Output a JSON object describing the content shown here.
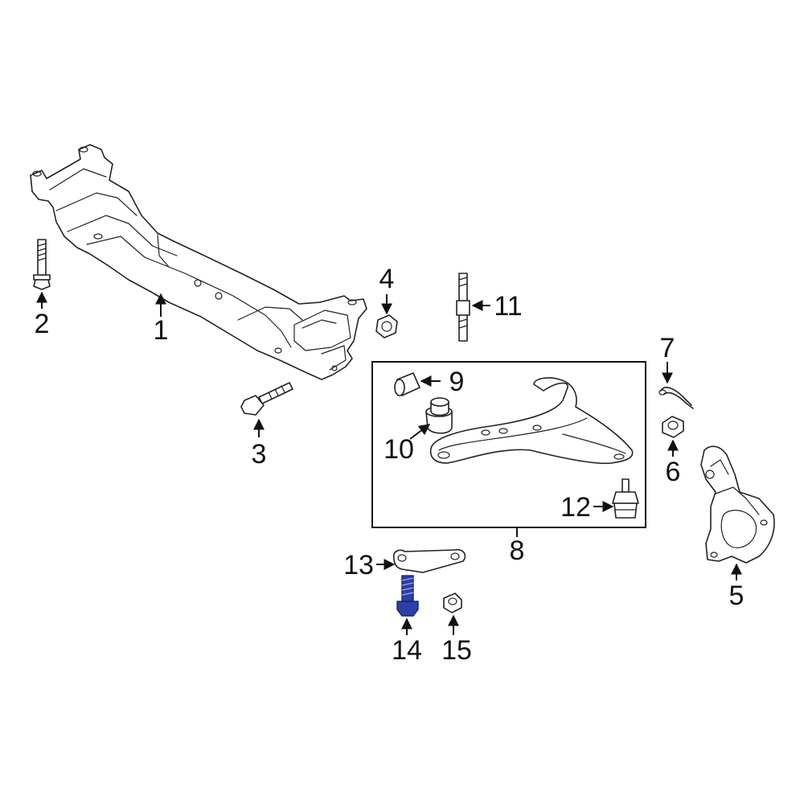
{
  "diagram": {
    "highlight_color": "#2b3fa8",
    "highlighted_part": "14",
    "callouts": [
      {
        "id": "c1",
        "label": "1"
      },
      {
        "id": "c2",
        "label": "2"
      },
      {
        "id": "c3",
        "label": "3"
      },
      {
        "id": "c4",
        "label": "4"
      },
      {
        "id": "c5",
        "label": "5"
      },
      {
        "id": "c6",
        "label": "6"
      },
      {
        "id": "c7",
        "label": "7"
      },
      {
        "id": "c8",
        "label": "8"
      },
      {
        "id": "c9",
        "label": "9"
      },
      {
        "id": "c10",
        "label": "10"
      },
      {
        "id": "c11",
        "label": "11"
      },
      {
        "id": "c12",
        "label": "12"
      },
      {
        "id": "c13",
        "label": "13"
      },
      {
        "id": "c14",
        "label": "14"
      },
      {
        "id": "c15",
        "label": "15"
      }
    ]
  }
}
